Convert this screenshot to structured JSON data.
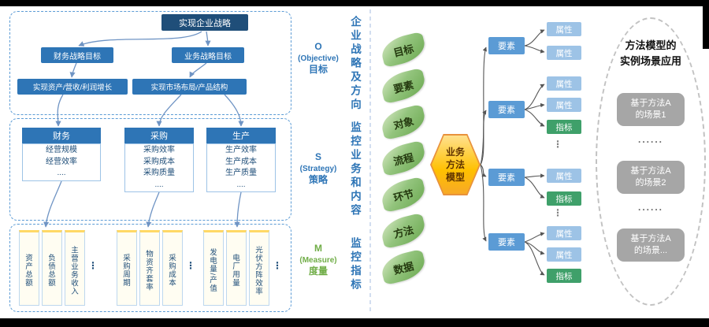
{
  "objective": {
    "label": {
      "letter": "O",
      "en": "(Objective)",
      "cn": "目标"
    },
    "root": "实现企业战略",
    "finance_goal": "财务战略目标",
    "business_goal": "业务战略目标",
    "growth": "实现资产/营收/利润增长",
    "market": "实现市场布局/产品结构"
  },
  "strategy": {
    "label": {
      "letter": "S",
      "en": "(Strategy)",
      "cn": "策略"
    },
    "columns": [
      {
        "header": "财务",
        "body": "经营规模\n经营效率\n...."
      },
      {
        "header": "采购",
        "body": "采购效率\n采购成本\n采购质量\n...."
      },
      {
        "header": "生产",
        "body": "生产效率\n生产成本\n生产质量\n...."
      }
    ]
  },
  "measure": {
    "label": {
      "letter": "M",
      "en": "(Measure)",
      "cn": "度量"
    },
    "groups": [
      {
        "items": [
          "资产总额",
          "负债总额",
          "主营业务收入"
        ],
        "more": "⋮"
      },
      {
        "items": [
          "采购周期",
          "物资齐套率",
          "采购成本"
        ],
        "more": "⋮"
      },
      {
        "items": [
          "发电量/产值",
          "电厂用量",
          "光伏方阵效率"
        ],
        "more": "⋮"
      }
    ]
  },
  "vertical_labels": {
    "top": "企业战略及方向",
    "middle": "监控业务和内容",
    "bottom": "监控指标"
  },
  "leaves": [
    "目标",
    "要素",
    "对象",
    "流程",
    "环节",
    "方法",
    "数据"
  ],
  "hexagon": {
    "text": "业务\n方法\n模型"
  },
  "tree": {
    "groups": [
      {
        "element": "要素",
        "children": [
          {
            "label": "属性",
            "type": "attr"
          },
          {
            "label": "属性",
            "type": "attr"
          }
        ]
      },
      {
        "element": "要素",
        "children": [
          {
            "label": "属性",
            "type": "attr"
          },
          {
            "label": "属性",
            "type": "attr"
          },
          {
            "label": "指标",
            "type": "metric"
          }
        ]
      },
      {
        "element": "要素",
        "children": [
          {
            "label": "属性",
            "type": "attr"
          },
          {
            "label": "指标",
            "type": "metric"
          }
        ]
      },
      {
        "element": "要素",
        "children": [
          {
            "label": "属性",
            "type": "attr"
          },
          {
            "label": "属性",
            "type": "attr"
          },
          {
            "label": "指标",
            "type": "metric"
          }
        ]
      }
    ],
    "ellipsis": "⋮"
  },
  "scenarios": {
    "title": "方法模型的\n实例场景应用",
    "items": [
      "基于方法A\n的场景1",
      "基于方法A\n的场景2",
      "基于方法A\n的场景..."
    ],
    "separator": "......"
  },
  "colors": {
    "accent_blue": "#2e75b6",
    "dark_blue": "#1f4e79",
    "light_blue": "#9dc3e6",
    "mid_blue": "#5b9bd5",
    "leaf_green": "#70ad47",
    "metric_green": "#3fa06a",
    "hex_fill": "#ffc000",
    "hex_border": "#e8923c",
    "scene_gray": "#a6a6a6"
  }
}
